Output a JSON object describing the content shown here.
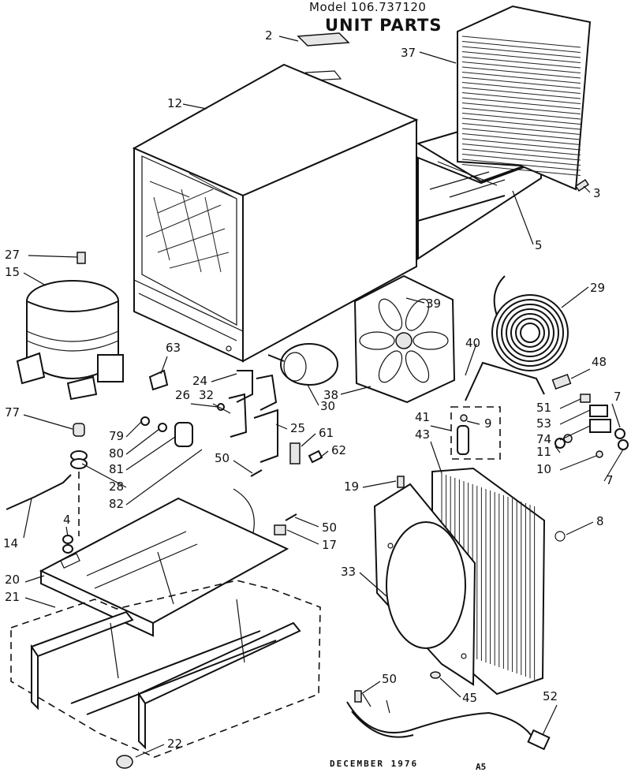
{
  "header": {
    "model": "Model 106.737120",
    "title": "UNIT PARTS"
  },
  "footer": {
    "date": "DECEMBER 1976",
    "code": "A5"
  },
  "callouts": [
    {
      "id": "c2",
      "text": "2"
    },
    {
      "id": "c37",
      "text": "37"
    },
    {
      "id": "c12",
      "text": "12"
    },
    {
      "id": "c3",
      "text": "3"
    },
    {
      "id": "c5",
      "text": "5"
    },
    {
      "id": "c27",
      "text": "27"
    },
    {
      "id": "c15",
      "text": "15"
    },
    {
      "id": "c39",
      "text": "39"
    },
    {
      "id": "c29",
      "text": "29"
    },
    {
      "id": "c63",
      "text": "63"
    },
    {
      "id": "c24",
      "text": "24"
    },
    {
      "id": "c26",
      "text": "26"
    },
    {
      "id": "c32",
      "text": "32"
    },
    {
      "id": "c30",
      "text": "30"
    },
    {
      "id": "c38",
      "text": "38"
    },
    {
      "id": "c40",
      "text": "40"
    },
    {
      "id": "c48",
      "text": "48"
    },
    {
      "id": "c7a",
      "text": "7"
    },
    {
      "id": "c51",
      "text": "51"
    },
    {
      "id": "c53",
      "text": "53"
    },
    {
      "id": "c74",
      "text": "74"
    },
    {
      "id": "c41",
      "text": "41"
    },
    {
      "id": "c9",
      "text": "9"
    },
    {
      "id": "c43",
      "text": "43"
    },
    {
      "id": "c77",
      "text": "77"
    },
    {
      "id": "c79",
      "text": "79"
    },
    {
      "id": "c80",
      "text": "80"
    },
    {
      "id": "c81",
      "text": "81"
    },
    {
      "id": "c28",
      "text": "28"
    },
    {
      "id": "c82",
      "text": "82"
    },
    {
      "id": "c25",
      "text": "25"
    },
    {
      "id": "c61",
      "text": "61"
    },
    {
      "id": "c62",
      "text": "62"
    },
    {
      "id": "c11",
      "text": "11"
    },
    {
      "id": "c10",
      "text": "10"
    },
    {
      "id": "c7b",
      "text": "7"
    },
    {
      "id": "c50a",
      "text": "50"
    },
    {
      "id": "c19",
      "text": "19"
    },
    {
      "id": "c14",
      "text": "14"
    },
    {
      "id": "c4",
      "text": "4"
    },
    {
      "id": "c50b",
      "text": "50"
    },
    {
      "id": "c17",
      "text": "17"
    },
    {
      "id": "c8",
      "text": "8"
    },
    {
      "id": "c20",
      "text": "20"
    },
    {
      "id": "c21",
      "text": "21"
    },
    {
      "id": "c33",
      "text": "33"
    },
    {
      "id": "c50c",
      "text": "50"
    },
    {
      "id": "c45",
      "text": "45"
    },
    {
      "id": "c52",
      "text": "52"
    },
    {
      "id": "c22",
      "text": "22"
    }
  ]
}
